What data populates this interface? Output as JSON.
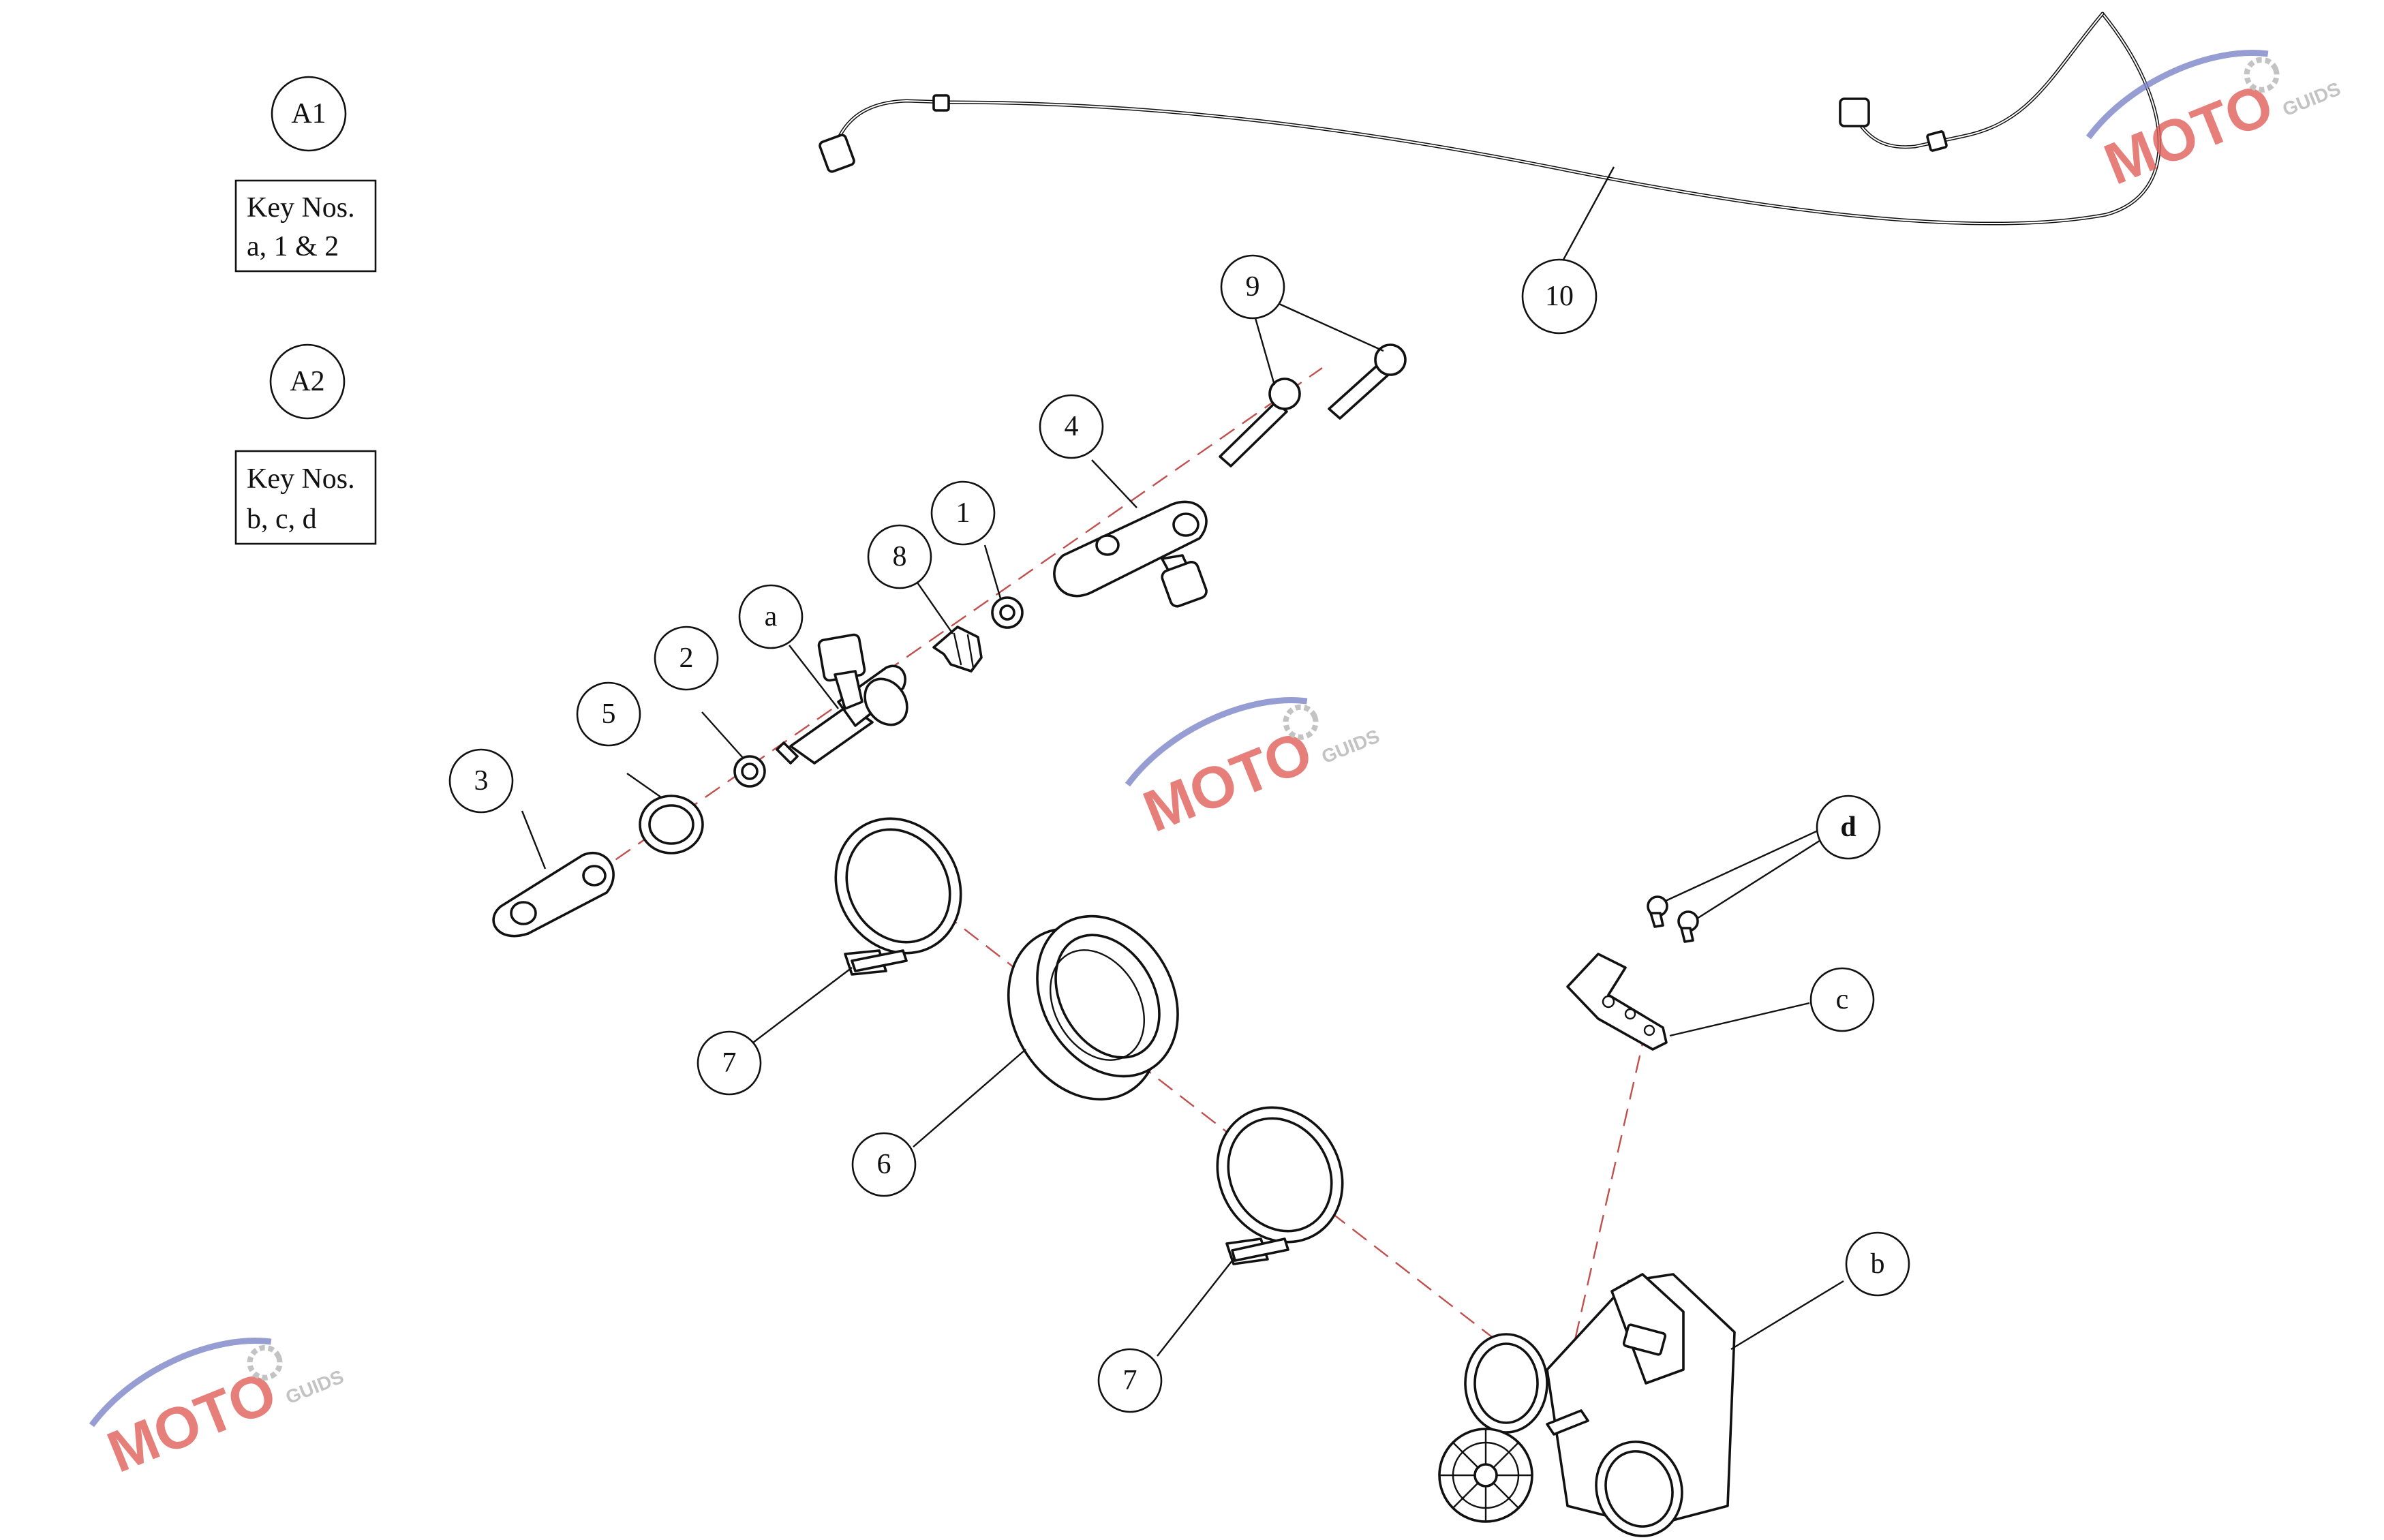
{
  "legend": {
    "a1": {
      "id": "A1",
      "line1": "Key Nos.",
      "line2": "a, 1 & 2"
    },
    "a2": {
      "id": "A2",
      "line1": "Key Nos.",
      "line2": "b, c, d"
    }
  },
  "callouts": {
    "p1": "1",
    "p2": "2",
    "p3": "3",
    "p4": "4",
    "p5": "5",
    "p6": "6",
    "p7a": "7",
    "p7b": "7",
    "p8": "8",
    "p9": "9",
    "p10": "10",
    "pa": "a",
    "pb": "b",
    "pc": "c",
    "pd": "d"
  },
  "watermark": {
    "brand": "MOTO",
    "sub": "GUIDS"
  },
  "colors": {
    "line": "#111111",
    "dash": "#c0504d",
    "watermark_blue": "#7b85c9",
    "watermark_red": "#e0605a",
    "watermark_gray": "#b5b5b5"
  }
}
